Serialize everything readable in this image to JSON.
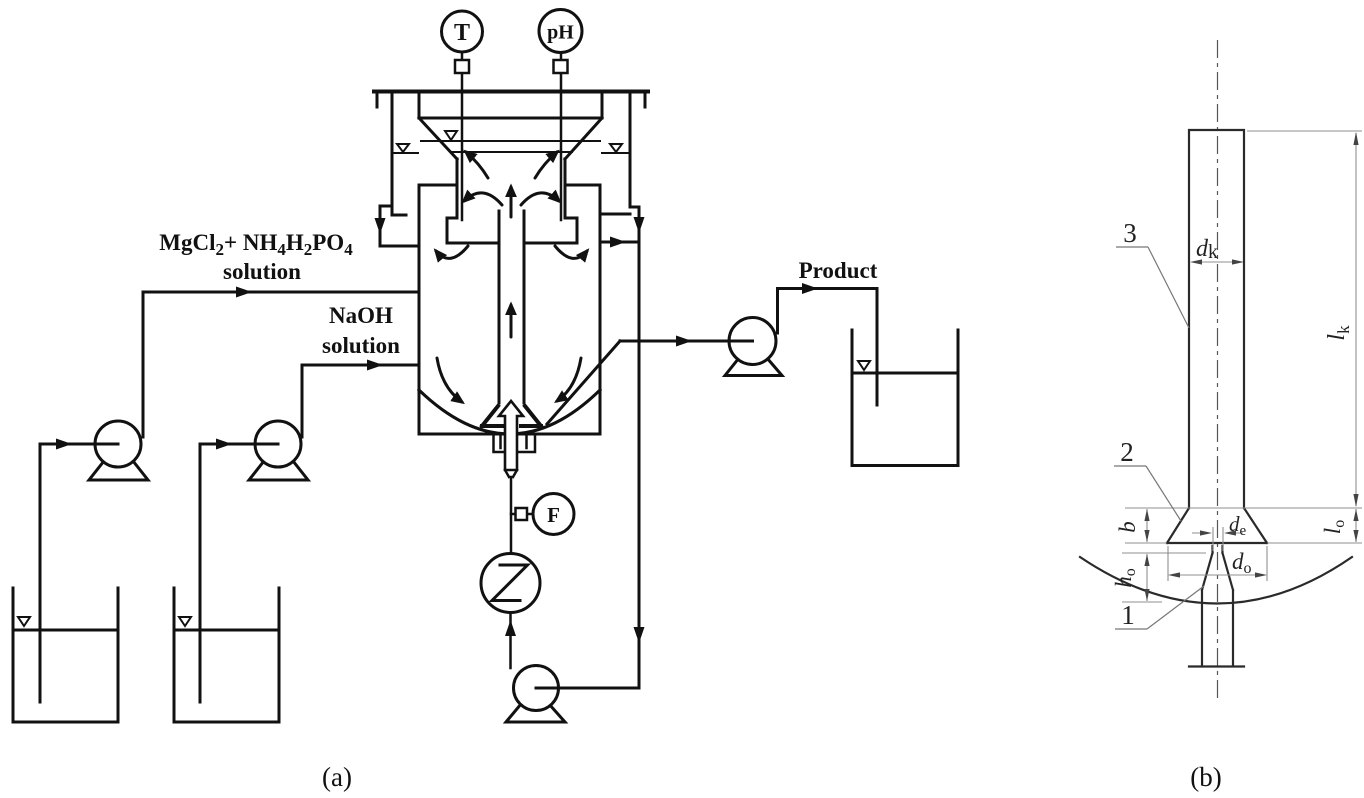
{
  "figure": {
    "caption_a": "(a)",
    "caption_b": "(b)"
  },
  "labels": {
    "feed1": {
      "seg1": "MgCl",
      "sub1": "2",
      "seg2": "+ NH",
      "sub2": "4",
      "seg3": "H",
      "sub3": "2",
      "seg4": "PO",
      "sub4": "4",
      "line2": "solution"
    },
    "feed2": {
      "line1": "NaOH",
      "line2": "solution"
    },
    "product": "Product"
  },
  "instruments": {
    "temperature": "T",
    "ph": "pH",
    "flow": "F"
  },
  "detail": {
    "callout_nozzle": "1",
    "callout_cone": "2",
    "callout_tube": "3",
    "dim_dk": {
      "main": "d",
      "sub": "k"
    },
    "dim_lk": {
      "main": "l",
      "sub": "k"
    },
    "dim_lo": {
      "main": "l",
      "sub": "o"
    },
    "dim_b": {
      "main": "b",
      "sub": ""
    },
    "dim_ho": {
      "main": "h",
      "sub": "o"
    },
    "dim_de": {
      "main": "d",
      "sub": "e"
    },
    "dim_do": {
      "main": "d",
      "sub": "o"
    }
  },
  "colors": {
    "ink": "#111111",
    "detail_line": "#2a2a2a",
    "dim": "#8f8f8f",
    "leader": "#777777",
    "centerline": "#555555"
  }
}
